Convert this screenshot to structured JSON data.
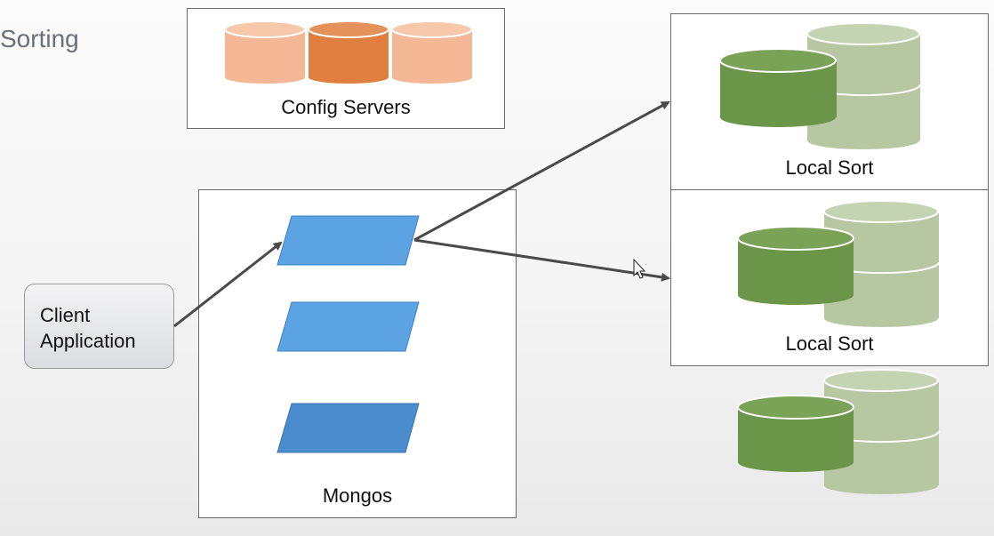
{
  "slide": {
    "title": "Sorting"
  },
  "nodes": {
    "config_servers": {
      "label": "Config Servers"
    },
    "client_application": {
      "line1": "Client",
      "line2": "Application"
    },
    "mongos": {
      "label": "Mongos"
    },
    "shard_1": {
      "label": "Local Sort"
    },
    "shard_2": {
      "label": "Local Sort"
    }
  },
  "colors": {
    "config_light": "#f5b896",
    "config_dark": "#e07f40",
    "mongos_fill": "#5ba3e3",
    "shard_dark": "#6b9549",
    "shard_light": "#b6c7a2",
    "arrow": "#4a4a4a"
  }
}
